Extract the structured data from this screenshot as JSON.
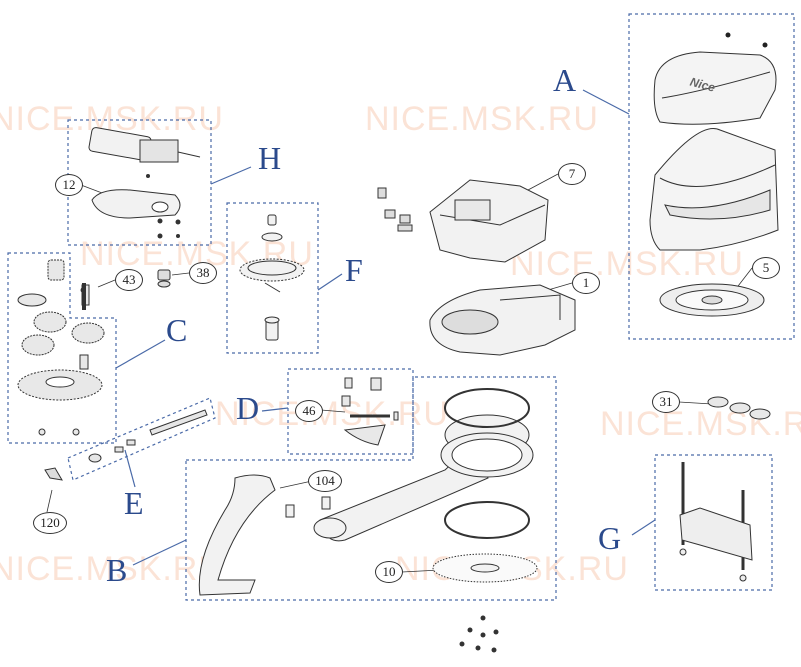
{
  "watermark": "NICE.MSK.RU",
  "groups": {
    "A": "A",
    "B": "B",
    "C": "C",
    "D": "D",
    "E": "E",
    "F": "F",
    "G": "G",
    "H": "H"
  },
  "parts": {
    "p1": "1",
    "p5": "5",
    "p7": "7",
    "p10": "10",
    "p12": "12",
    "p31": "31",
    "p38": "38",
    "p43": "43",
    "p46": "46",
    "p104": "104",
    "p120": "120"
  },
  "logo_text": "Nice",
  "colors": {
    "group_letter": "#2b4a8c",
    "frame": "#3a5a9a",
    "watermark": "#fbe3d6"
  }
}
